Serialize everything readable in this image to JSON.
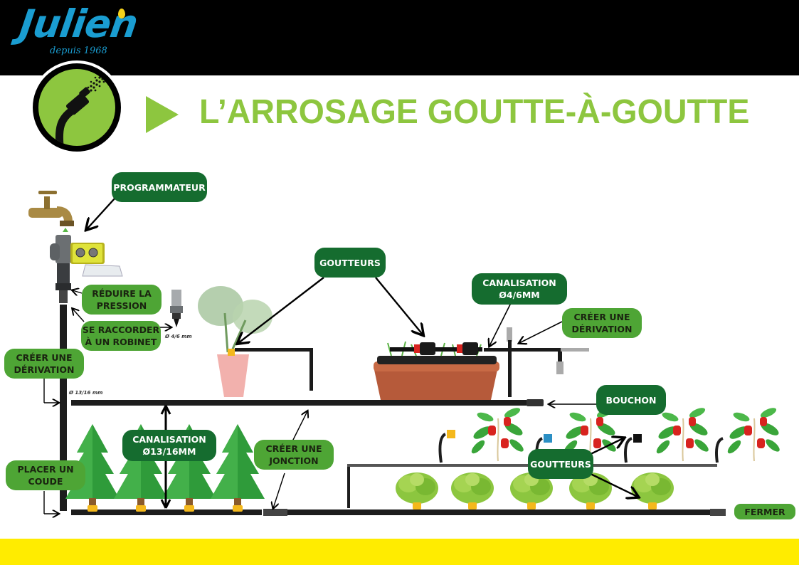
{
  "brand": {
    "name": "Julien",
    "tagline": "depuis 1968",
    "colors": {
      "blue": "#1a9dd1",
      "green": "#8dc63f",
      "dark_green": "#156c2f",
      "light_green": "#4ea535",
      "yellow": "#ffec00",
      "black": "#000000"
    }
  },
  "header": {
    "icon": "garden-hose-icon",
    "title": "L’ARROSAGE GOUTTE-À-GOUTTE"
  },
  "labels": {
    "programmateur": "PROGRAMMATEUR",
    "reduire_pression": "RÉDUIRE LA\nPRESSION",
    "raccorder_robinet": "SE RACCORDER\nÀ UN ROBINET",
    "derivation_left": "CRÉER UNE\nDÉRIVATION",
    "goutteurs_top": "GOUTTEURS",
    "canalisation_small": "CANALISATION\nØ4/6MM",
    "derivation_right": "CRÉER UNE\nDÉRIVATION",
    "bouchon": "BOUCHON",
    "canalisation_main": "CANALISATION\nØ13/16MM",
    "jonction": "CRÉER UNE\nJONCTION",
    "coude": "PLACER UN\nCOUDE",
    "goutteurs_bottom": "GOUTTEURS",
    "fermer": "FERMER"
  },
  "notes": {
    "dia_small": "Ø 4/6 mm",
    "dia_main": "Ø 13/16 mm"
  },
  "illustrations": {
    "tap": "garden-tap",
    "timer": "water-timer",
    "potted_plant": "potted-plant",
    "planter": "planter-box-with-grass",
    "trees": 4,
    "pepper_plants": 4,
    "lettuces": 5
  }
}
